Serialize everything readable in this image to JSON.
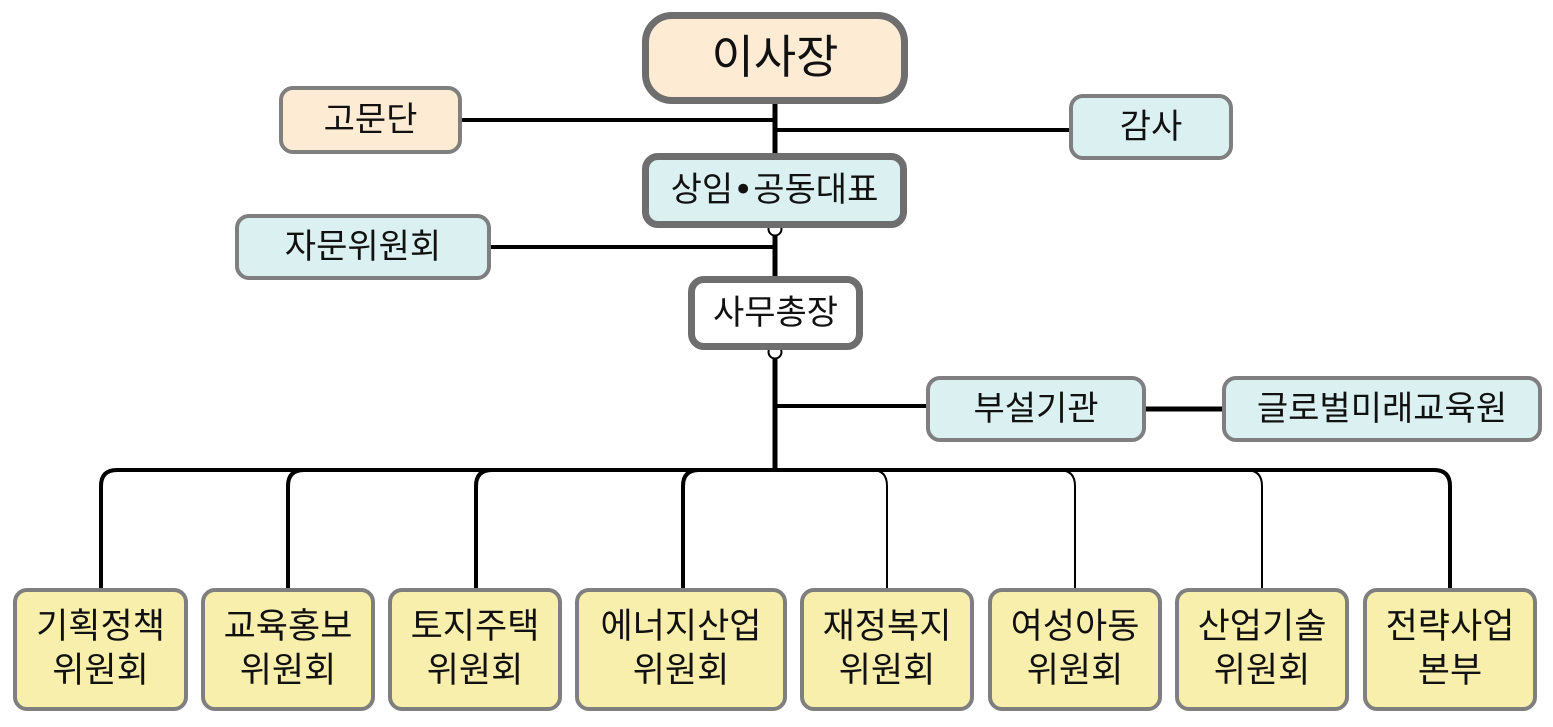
{
  "chairman": "이사장",
  "advisors": "고문단",
  "audit": "감사",
  "co_representatives": "상임•공동대표",
  "advisory_committee": "자문위원회",
  "secretary_general": "사무총장",
  "affiliated_institution": "부설기관",
  "global_future_institute": "글로벌미래교육원",
  "committees": [
    {
      "line1": "기획정책",
      "line2": "위원회"
    },
    {
      "line1": "교육홍보",
      "line2": "위원회"
    },
    {
      "line1": "토지주택",
      "line2": "위원회"
    },
    {
      "line1": "에너지산업",
      "line2": "위원회"
    },
    {
      "line1": "재정복지",
      "line2": "위원회"
    },
    {
      "line1": "여성아동",
      "line2": "위원회"
    },
    {
      "line1": "산업기술",
      "line2": "위원회"
    },
    {
      "line1": "전략사업",
      "line2": "본부"
    }
  ],
  "colors": {
    "peach": "#fdebd4",
    "cyan": "#dbf0f0",
    "yellow": "#f8efac",
    "border": "#7f7f7f",
    "line": "#000000"
  }
}
